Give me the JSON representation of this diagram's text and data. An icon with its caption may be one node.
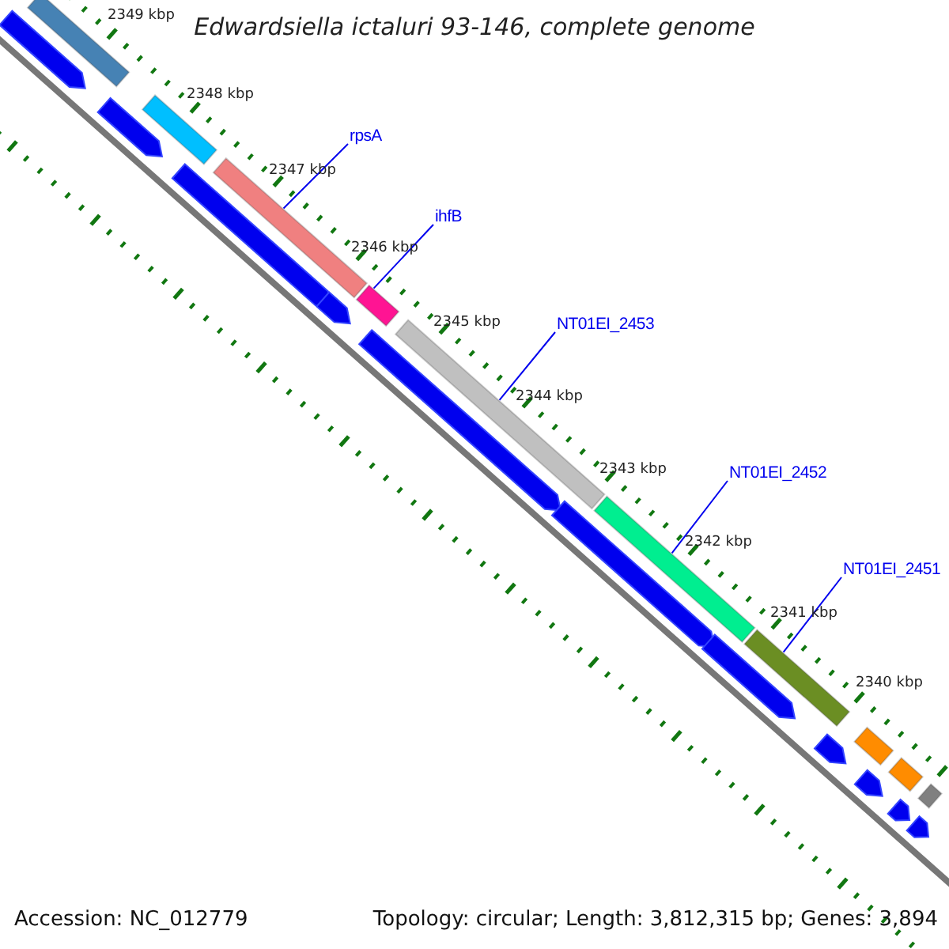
{
  "diagram": {
    "title": "Edwardsiella ictaluri 93-146, complete genome",
    "nodes": [
      {
        "text": [
          "rpsA"
        ]
      },
      {
        "text": [
          "ihfB"
        ]
      },
      {
        "text": [
          "NT01EI_2453"
        ]
      },
      {
        "text": [
          "NT01EI_2452"
        ]
      },
      {
        "text": [
          "NT01EI_2451"
        ]
      },
      {
        "text": [],
        "shape": "bar"
      },
      {
        "text": [],
        "shape": "bar"
      },
      {
        "text": [],
        "shape": "bar"
      },
      {
        "text": [],
        "shape": "bar"
      },
      {
        "text": [],
        "shape": "bar"
      },
      {
        "text": [],
        "shape": "bar"
      },
      {
        "text": [],
        "shape": "bar"
      },
      {
        "text": [],
        "shape": "bar"
      },
      {
        "text": [],
        "shape": "bar"
      },
      {
        "text": [],
        "shape": "bar"
      },
      {
        "text": [],
        "shape": "arrow"
      },
      {
        "text": [],
        "shape": "arrow"
      },
      {
        "text": [],
        "shape": "arrow"
      },
      {
        "text": [],
        "shape": "arrow"
      },
      {
        "text": [],
        "shape": "arrow"
      },
      {
        "text": [],
        "shape": "arrow"
      },
      {
        "text": [],
        "shape": "arrow"
      },
      {
        "text": [],
        "shape": "arrow"
      },
      {
        "text": [],
        "shape": "arrow"
      },
      {
        "text": [],
        "shape": "arrow"
      },
      {
        "text": [],
        "shape": "arrow"
      }
    ],
    "edges": [
      {
        "from": 0,
        "to": 5,
        "arrow": "none"
      },
      {
        "from": 1,
        "to": 6,
        "arrow": "none"
      },
      {
        "from": 2,
        "to": 7,
        "arrow": "none"
      },
      {
        "from": 3,
        "to": 8,
        "arrow": "none"
      },
      {
        "from": 4,
        "to": 9,
        "arrow": "none"
      }
    ],
    "labels": [
      "2349 kbp",
      "2348 kbp",
      "2347 kbp",
      "2346 kbp",
      "2345 kbp",
      "2344 kbp",
      "2343 kbp",
      "2342 kbp",
      "2341 kbp",
      "2340 kbp",
      "Accession: NC_012779",
      "Topology: circular; Length: 3,812,315 bp; Genes: 3,894"
    ]
  }
}
